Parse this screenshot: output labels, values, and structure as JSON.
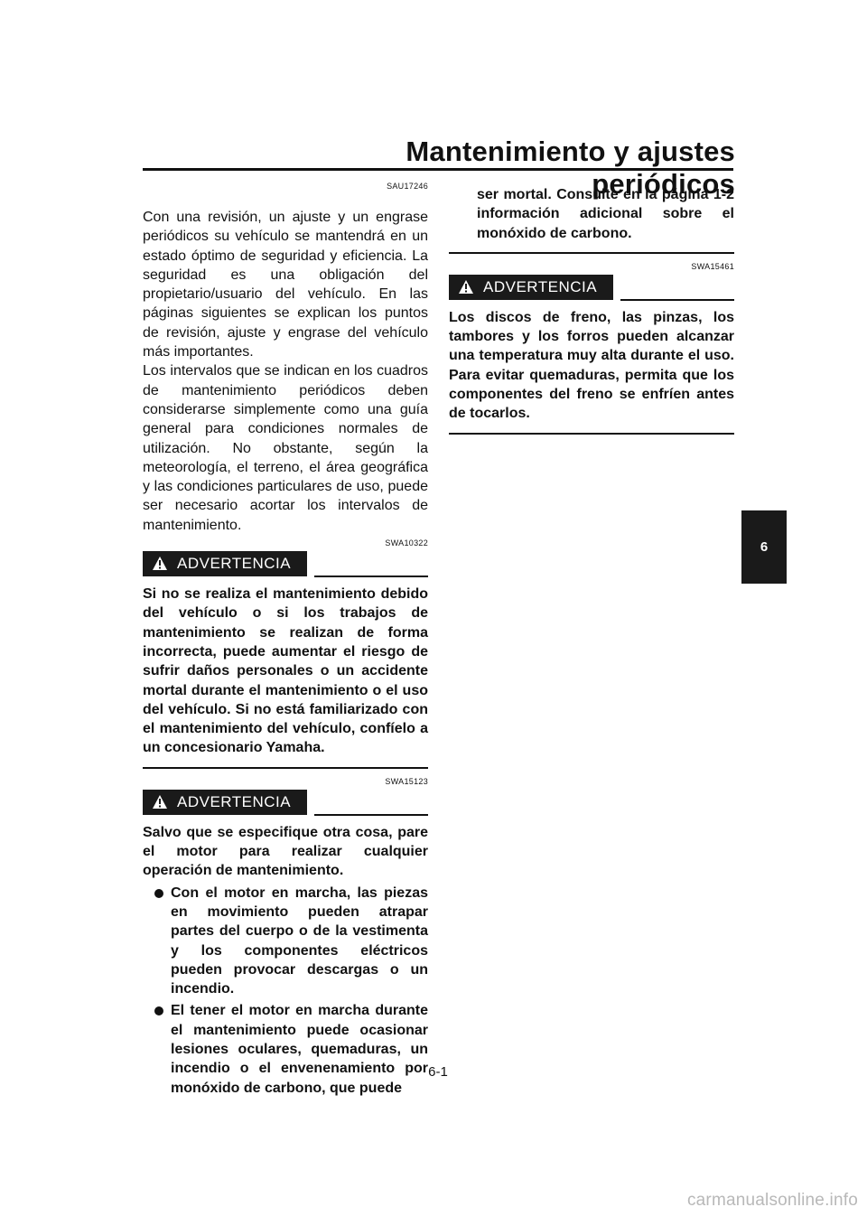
{
  "header": {
    "title": "Mantenimiento y ajustes periódicos"
  },
  "left_column": {
    "intro_code": "SAU17246",
    "intro_paragraph_1": "Con una revisión, un ajuste y un engrase periódicos su vehículo se mantendrá en un estado óptimo de seguridad y eficiencia. La seguridad es una obligación del propietario/usuario del vehículo. En las páginas siguientes se explican los puntos de revisión, ajuste y engrase del vehículo más importantes.",
    "intro_paragraph_2": "Los intervalos que se indican en los cuadros de mantenimiento periódicos deben considerarse simplemente como una guía general para condiciones normales de utilización. No obstante, según la meteorología, el terreno, el área geográfica y las condiciones particulares de uso, puede ser necesario acortar los intervalos de mantenimiento.",
    "warning_1": {
      "code": "SWA10322",
      "label": "ADVERTENCIA",
      "text": "Si no se realiza el mantenimiento debido del vehículo o si los trabajos de mantenimiento se realizan de forma incorrecta, puede aumentar el riesgo de sufrir daños personales o un accidente mortal durante el mantenimiento o el uso del vehículo. Si no está familiarizado con el mantenimiento del vehículo, confíelo a un concesionario Yamaha."
    },
    "warning_2": {
      "code": "SWA15123",
      "label": "ADVERTENCIA",
      "text": "Salvo que se especifique otra cosa, pare el motor para realizar cualquier operación de mantenimiento.",
      "bullets": [
        "Con el motor en marcha, las piezas en movimiento pueden atrapar partes del cuerpo o de la vestimenta y los componentes eléctricos pueden provocar descargas o un incendio.",
        "El tener el motor en marcha durante el mantenimiento puede ocasionar lesiones oculares, quemaduras, un incendio o el envenenamiento por monóxido de carbono, que puede"
      ]
    }
  },
  "right_column": {
    "continued_text": "ser mortal. Consulte en la página 1-2 información adicional sobre el monóxido de carbono.",
    "warning_3": {
      "code": "SWA15461",
      "label": "ADVERTENCIA",
      "text": "Los discos de freno, las pinzas, los tambores y los forros pueden alcanzar una temperatura muy alta durante el uso. Para evitar quemaduras, permita que los componentes del freno se enfríen antes de tocarlos."
    }
  },
  "side_tab": {
    "chapter": "6"
  },
  "footer": {
    "page_number": "6-1",
    "watermark": "carmanualsonline.info"
  },
  "icons": {
    "warning": "warning-triangle-icon"
  }
}
